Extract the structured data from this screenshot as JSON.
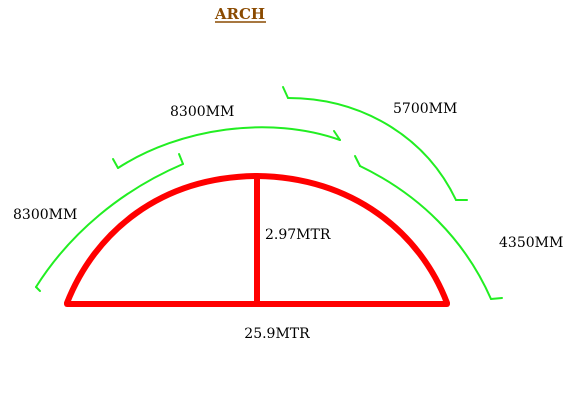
{
  "title": "ARCH",
  "dimensions": {
    "span": "25.9MTR",
    "rise": "2.97MTR",
    "segments": {
      "left_lower": "8300MM",
      "left_upper": "8300MM",
      "right_upper": "5700MM",
      "right_lower": "4350MM"
    }
  },
  "colors": {
    "title": "#8a4a00",
    "arch": "#ff0000",
    "dimension_lines": "#22ee22",
    "text": "#000000"
  }
}
